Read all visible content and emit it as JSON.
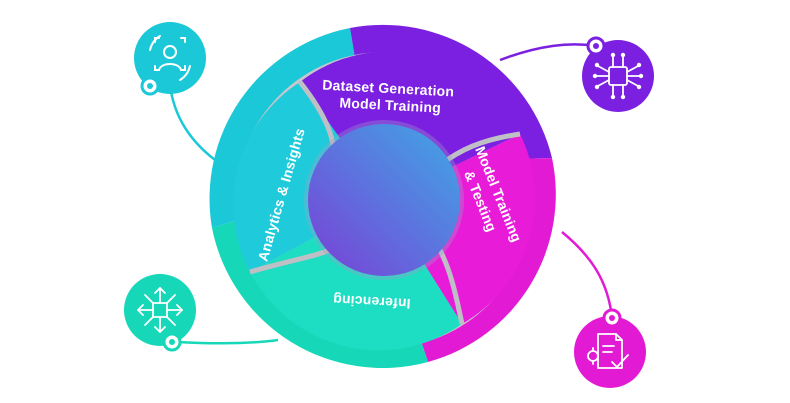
{
  "segments": {
    "dataset_generation": {
      "line1": "Dataset Generation",
      "line2": "Model Training",
      "color": "#7B1FE0"
    },
    "model_testing": {
      "line1": "Model Training",
      "line2": "& Testing",
      "color": "#E81BD8"
    },
    "inferencing": {
      "label": "Inferencing",
      "color": "#1DDDC2"
    },
    "analytics": {
      "label": "Analytics & Insights",
      "color": "#1FCBDA"
    }
  },
  "colors": {
    "cyan": "#1AC8D8",
    "purple": "#7B1FE0",
    "magenta": "#E31AD3",
    "teal": "#16D8B8",
    "hub_start": "#6A4FD8",
    "hub_end": "#3FA6E8",
    "separator": "#BFBFC6"
  },
  "icons": {
    "top_left": "face-scan-icon",
    "top_right": "neural-chip-icon",
    "bottom_left": "network-arrows-icon",
    "bottom_right": "document-settings-check-icon"
  }
}
